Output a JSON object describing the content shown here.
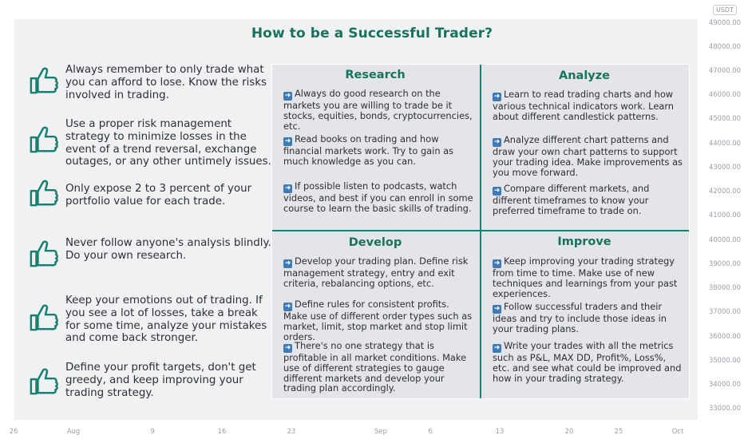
{
  "title": "How to be a Successful Trader?",
  "currency": "USDT",
  "colors": {
    "accent": "#17725f",
    "thumb": "#178071",
    "panel": "#e4e5e8",
    "background": "#f0f1f2"
  },
  "tips": [
    {
      "icon": "thumbs-up-icon",
      "text": "Always remember to only trade what you can afford to lose. Know the risks involved in trading."
    },
    {
      "icon": "thumbs-up-icon",
      "text": "Use a proper risk management strategy to minimize losses in the event of a trend reversal, exchange outages, or any other untimely issues."
    },
    {
      "icon": "thumbs-up-icon",
      "text": "Only expose 2 to 3 percent of your portfolio value for each trade."
    },
    {
      "icon": "thumbs-up-icon",
      "text": "Never follow anyone's analysis blindly. Do your own research."
    },
    {
      "icon": "thumbs-up-icon",
      "text": "Keep your emotions out of trading. If you see a lot of losses, take a break for some time, analyze your mistakes and come back stronger."
    },
    {
      "icon": "thumbs-up-icon",
      "text": "Define your profit targets, don't get greedy, and keep improving your trading strategy."
    }
  ],
  "sections": {
    "research": {
      "title": "Research",
      "items": [
        "Always do good research on the markets you are willing to trade be it stocks, equities, bonds, cryptocurrencies, etc.",
        "Read books on trading and how financial markets work. Try to gain as much knowledge as you can.",
        "If possible listen to podcasts, watch videos, and best if you can enroll in some course to learn the basic skills of trading."
      ]
    },
    "analyze": {
      "title": "Analyze",
      "items": [
        "Learn to read trading charts and how various technical indicators work. Learn about different candlestick patterns.",
        "Analyze different chart patterns and draw your own chart patterns to support your trading idea. Make improvements as you move forward.",
        "Compare different markets, and different timeframes to know your preferred timeframe to trade on."
      ]
    },
    "develop": {
      "title": "Develop",
      "items": [
        "Develop your trading plan. Define risk management strategy, entry and exit criteria, rebalancing options, etc.",
        "Define rules for consistent profits. Make use of different order types such as market, limit, stop market and stop limit orders.",
        "There's no one strategy that is profitable in all market conditions. Make use of different strategies to gauge different markets and develop your trading plan accordingly."
      ]
    },
    "improve": {
      "title": "Improve",
      "items": [
        "Keep improving your trading strategy from time to time. Make use of new techniques and learnings from your past experiences.",
        "Follow successful traders and their ideas and try to include those ideas in your trading plans.",
        "Write your trades with all the metrics such as P&L, MAX DD, Profit%, Loss%, etc. and see what could be improved and how in your trading strategy."
      ]
    }
  },
  "arrow_icon": "right-arrow-icon",
  "y_axis": [
    "49000.00",
    "48000.00",
    "47000.00",
    "46000.00",
    "45000.00",
    "44000.00",
    "43000.00",
    "42000.00",
    "41000.00",
    "40000.00",
    "39000.00",
    "38000.00",
    "37000.00",
    "36000.00",
    "35000.00",
    "34000.00",
    "33000.00"
  ],
  "x_axis": [
    "26",
    "Aug",
    "9",
    "16",
    "23",
    "Sep",
    "6",
    "13",
    "20",
    "25",
    "Oct"
  ]
}
